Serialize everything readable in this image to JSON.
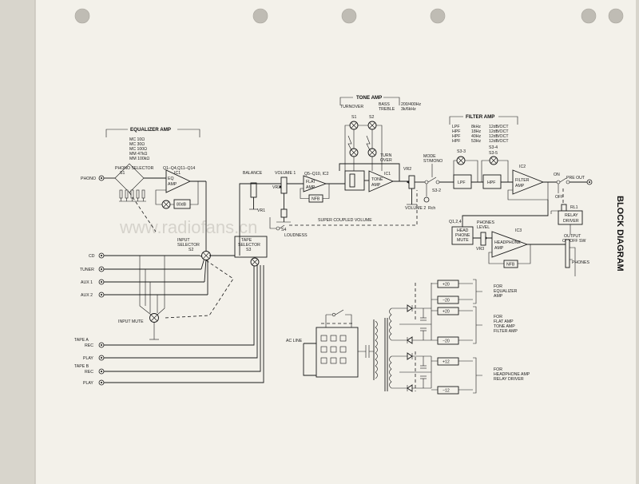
{
  "watermark": "www.radiofans.cn",
  "side_title": "BLOCK DIAGRAM",
  "equalizer": {
    "title": "EQUALIZER AMP",
    "cartridges": [
      "MC  10Ω",
      "MC  30Ω",
      "MC 100Ω",
      "MM  47kΩ",
      "MM  100kΩ"
    ],
    "phono_selector": "PHONO SELECTOR",
    "s1": "S1",
    "transistors": "Q1–Q4,Q11–Q14",
    "ic1": "IC1",
    "amp": [
      "EQ",
      "AMP"
    ],
    "sub": "80dB"
  },
  "inputs": {
    "phono": "PHONO",
    "cd": "CD",
    "tuner": "TUNER",
    "aux1": "AUX 1",
    "aux2": "AUX 2",
    "input_mute": "INPUT MUTE",
    "tape_a": "TAPE A",
    "tape_b": "TAPE B",
    "rec": "REC",
    "play": "PLAY",
    "input_selector": [
      "INPUT",
      "SELECTOR",
      "S2"
    ],
    "tape_selector": [
      "TAPE",
      "SELECTOR",
      "S3"
    ]
  },
  "flat": {
    "balance": "BALANCE",
    "volume1": "VOLUME 1",
    "vr1": "VR1",
    "vr2": "VR2",
    "s4": "S4",
    "loudness": "LOUDNESS",
    "transistors": "Q5–Q10, IC2",
    "amp": [
      "FLAT",
      "AMP"
    ],
    "nfb": "NFB",
    "super_coupled": "SUPER COUPLED VOLUME"
  },
  "tone": {
    "title": "TONE AMP",
    "turnover": "TURNOVER",
    "bass": "BASS",
    "treble": "TREBLE",
    "bass_val": "200/400Hz",
    "treble_val": "3k/6kHz",
    "s1": "S1",
    "s2": "S2",
    "turn_over": [
      "TURN",
      "OVER"
    ],
    "ic1": "IC1",
    "amp": [
      "TONE",
      "AMP"
    ],
    "vr2": "VR2",
    "volume2": "VOLUME 2"
  },
  "mode": {
    "label": [
      "MODE",
      "ST/MONO"
    ],
    "s32": "S3-2",
    "rch": "Rch"
  },
  "filter": {
    "title": "FILTER AMP",
    "rows": [
      [
        "LPF",
        "8kHz",
        "12dB/OCT"
      ],
      [
        "HPF",
        "18Hz",
        "12dB/OCT"
      ],
      [
        "HPF",
        "40Hz",
        "12dB/OCT"
      ],
      [
        "HPF",
        "53Hz",
        "12dB/OCT"
      ]
    ],
    "s34": "S3-4",
    "s35": "S3-5",
    "s33": "S3-3",
    "lpf": "LPF",
    "hpf": "HPF",
    "ic2": "IC2",
    "amp": [
      "FILTER",
      "AMP"
    ]
  },
  "output": {
    "on": "ON",
    "off": "OFF",
    "pre_out": "PRE OUT",
    "rl1": "RL1",
    "relay": [
      "RELAY",
      "DRIVER"
    ],
    "output_onoff": [
      "OUTPUT",
      "ON/OFF SW"
    ]
  },
  "headphone": {
    "q": "Q1,2,4",
    "mute": [
      "HEAD",
      "PHONE",
      "MUTE"
    ],
    "phones_level": [
      "PHONES",
      "LEVEL"
    ],
    "vr3": "VR3",
    "ic3": "IC3",
    "amp": [
      "HEADPHONE",
      "AMP"
    ],
    "nfb": "NFB",
    "phones": "PHONES"
  },
  "power": {
    "ac_line": "AC LINE",
    "rails": [
      "+20",
      "−20",
      "+20",
      "−20",
      "+12",
      "−12"
    ],
    "for_eq": [
      "FOR",
      "EQUALIZER",
      "AMP"
    ],
    "for_flat": [
      "FOR",
      "FLAT AMP",
      "TONE AMP",
      "FILTER AMP"
    ],
    "for_hp": [
      "FOR",
      "HEADPHONE AMP",
      "RELAY DRIVER"
    ]
  }
}
